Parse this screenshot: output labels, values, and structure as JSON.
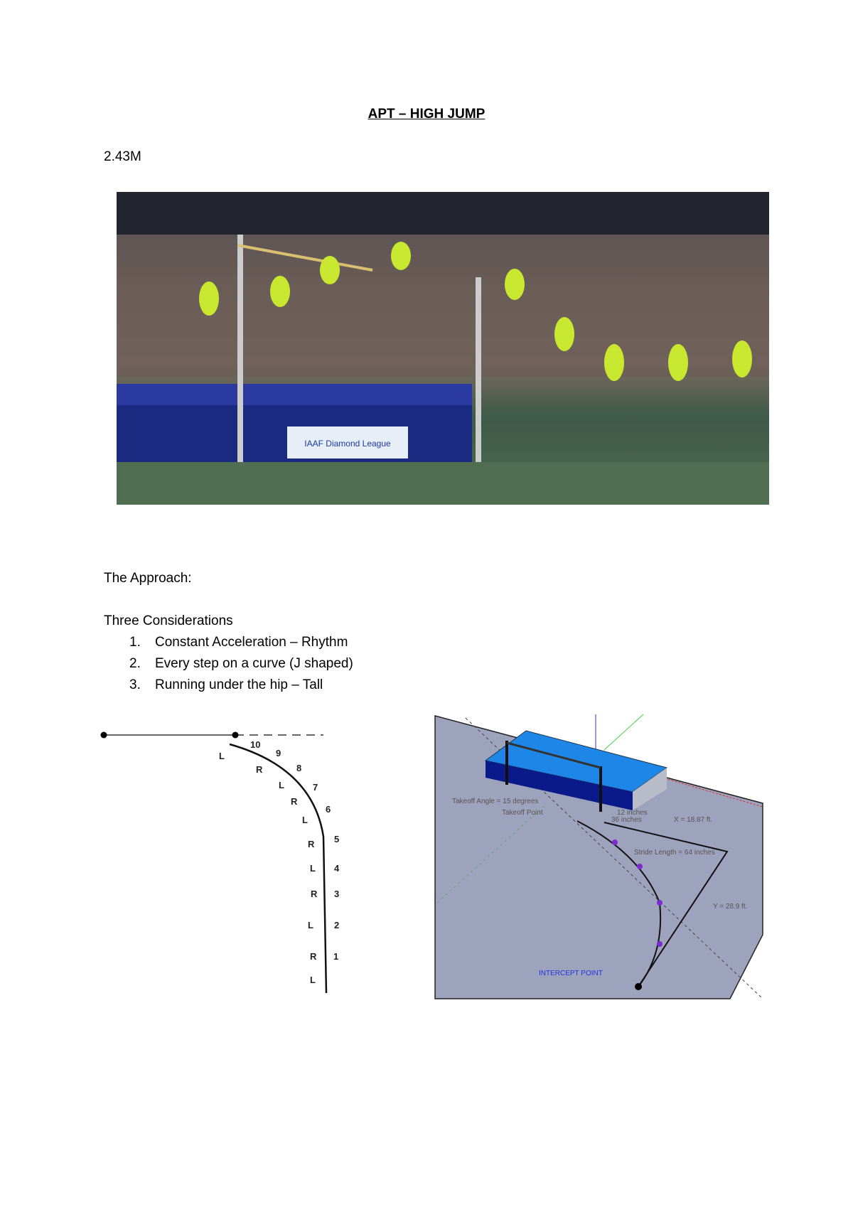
{
  "title": "APT – HIGH JUMP",
  "record": "2.43M",
  "photo": {
    "description_icon": "high-jump-sequence-photo",
    "banner_text": "IAAF Diamond League"
  },
  "approach_heading": "The Approach:",
  "considerations": {
    "heading": "Three Considerations",
    "items": [
      {
        "num": "1.",
        "text": "Constant Acceleration – Rhythm"
      },
      {
        "num": "2.",
        "text": "Every step on a curve (J shaped)"
      },
      {
        "num": "3.",
        "text": "Running under the hip – Tall"
      }
    ]
  },
  "step_diagram": {
    "steps": [
      "10",
      "9",
      "8",
      "7",
      "6",
      "5",
      "4",
      "3",
      "2",
      "1"
    ],
    "feet": [
      "L",
      "R",
      "L",
      "R",
      "L",
      "R",
      "L",
      "R",
      "L",
      "R",
      "L"
    ]
  },
  "approach_3d": {
    "takeoff_angle": "Takeoff Angle = 15 degrees",
    "takeoff_point": "Takeoff Point",
    "inches_12": "12 inches",
    "inches_36": "36 inches",
    "x_label": "X = 18.87 ft.",
    "stride": "Stride Length = 64 inches",
    "y_label": "Y = 28.9 ft.",
    "intercept": "INTERCEPT POINT",
    "colors": {
      "mat": "#1e86e6",
      "mat_dark": "#0a1a8a",
      "ground": "#9ea3bd",
      "intercept": "#2233dd",
      "step_marker": "#7a2ad0"
    }
  }
}
